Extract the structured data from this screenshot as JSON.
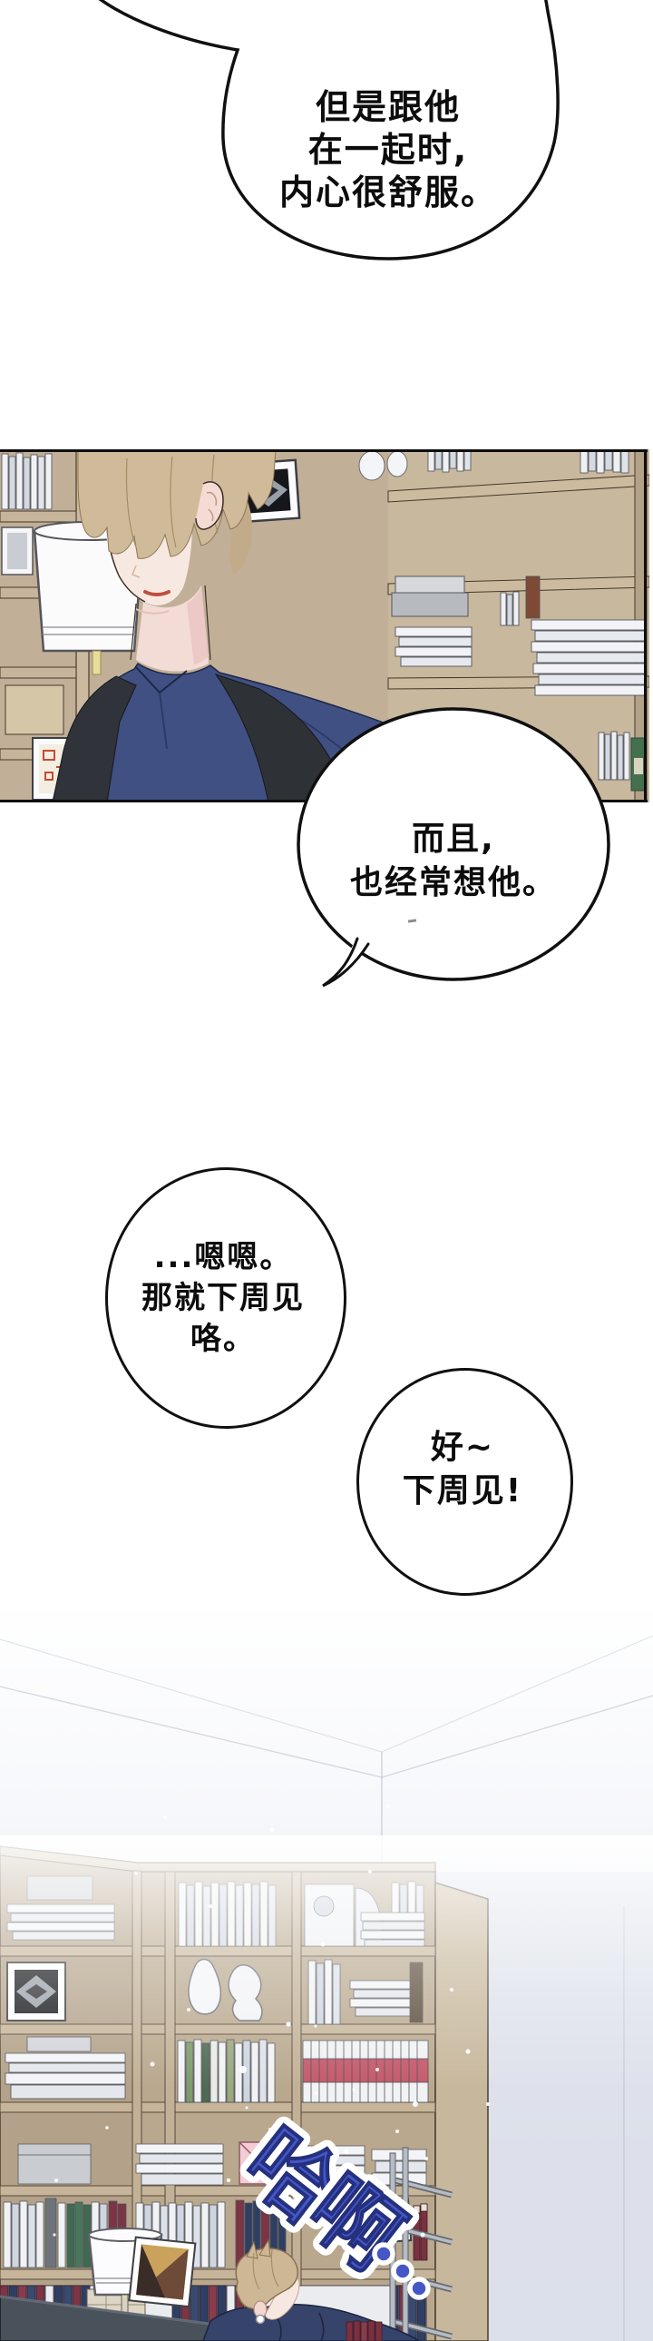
{
  "comic": {
    "bubble1": {
      "lines": [
        "但是跟他",
        "在一起时,",
        "内心很舒服。"
      ]
    },
    "bubble2": {
      "lines": [
        "而且,",
        "也经常想他。"
      ]
    },
    "bubble3": {
      "lines": [
        "...嗯嗯。",
        "那就下周见",
        "咯。"
      ]
    },
    "bubble4": {
      "lines": [
        "好~",
        "下周见!"
      ]
    },
    "sfx": {
      "char1": "哈",
      "char2": "啊",
      "dots": "...",
      "color": "#4557c6"
    }
  },
  "palette": {
    "outline": "#101010",
    "shelf_tan": "#c1b097",
    "shirt_navy": "#405083",
    "vest_charcoal": "#2e3136",
    "hair_sandy": "#cfba99",
    "skin": "#f7e9e2",
    "wall_lavender": "#dde0ea",
    "monitor_gray": "#49525b",
    "book_red_band": "#c4596a",
    "book_maroon": "#7b3545",
    "book_navy": "#2f3f63",
    "sfx_blue": "#4557c6"
  }
}
